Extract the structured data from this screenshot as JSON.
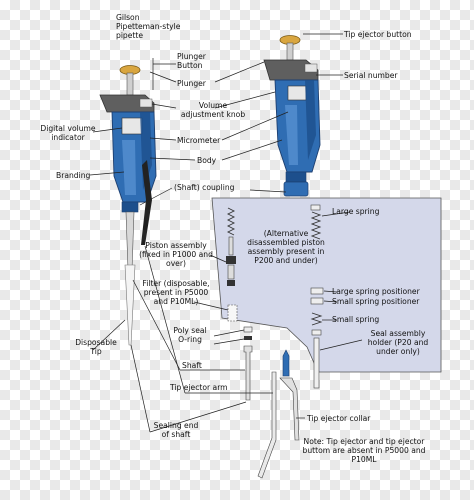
{
  "title": "Gilson Pipetteman-style pipette",
  "labels": {
    "tip_ejector_button": "Tip ejector button",
    "plunger_button": "Plunger Button",
    "plunger": "Plunger",
    "serial_number": "Serial number",
    "volume_adjustment_knob": "Volume adjustment knob",
    "digital_volume_indicator": "Digital volume indicator",
    "micrometer": "Micrometer",
    "body": "Body",
    "branding": "Branding",
    "shaft_coupling": "(Shaft) coupling",
    "large_spring": "Large spring",
    "alternative_piston": "(Alternative disassembled piston assembly present in P200 and under)",
    "piston_assembly": "Piston assembly (fixed in P1000 and over)",
    "filter": "Filter (disposable, present in P5000 and P10ML)",
    "large_spring_positioner": "Large spring positioner",
    "small_spring_positioner": "Small spring positioner",
    "small_spring": "Small spring",
    "poly_seal": "Poly seal O-ring",
    "seal_assembly_holder": "Seal assembly holder (P20 and under only)",
    "disposable_tip": "Disposable Tip",
    "shaft": "Shaft",
    "tip_ejector_arm": "Tip ejector arm",
    "tip_ejector_collar": "Tip ejector collar",
    "sealing_end": "Sealing end of shaft",
    "note": "Note: Tip ejector and tip ejector buttom are absent in P5000 and P10ML"
  },
  "colors": {
    "body_blue": "#2f6db3",
    "body_dark": "#1d4f8c",
    "grip_gray": "#6b6b6b",
    "knob_gold": "#d9a640",
    "panel_fill": "#d4d8ea"
  }
}
